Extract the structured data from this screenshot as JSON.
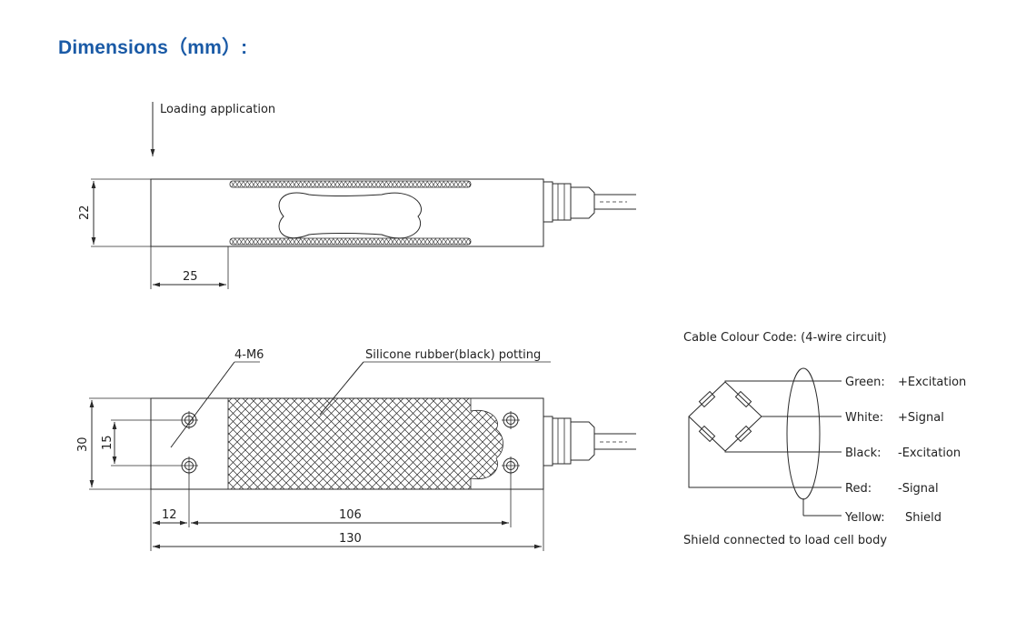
{
  "heading": "Dimensions（mm）:",
  "top_view": {
    "loading_label": "Loading application",
    "height_dim": "22",
    "left_dim": "25"
  },
  "bottom_view": {
    "thread_label": "4-M6",
    "potting_label": "Silicone rubber(black) potting",
    "height_dim": "30",
    "hole_spacing_dim": "15",
    "edge_dim": "12",
    "hole_span_dim": "106",
    "total_length_dim": "130"
  },
  "cable": {
    "title": "Cable Colour Code: (4-wire circuit)",
    "wires": [
      {
        "color": "Green:",
        "function": "+Excitation"
      },
      {
        "color": "White:",
        "function": "+Signal"
      },
      {
        "color": "Black:",
        "function": "-Excitation"
      },
      {
        "color": "Red:",
        "function": "-Signal"
      },
      {
        "color": "Yellow:",
        "function": "Shield"
      }
    ],
    "note": "Shield connected to load cell body"
  }
}
